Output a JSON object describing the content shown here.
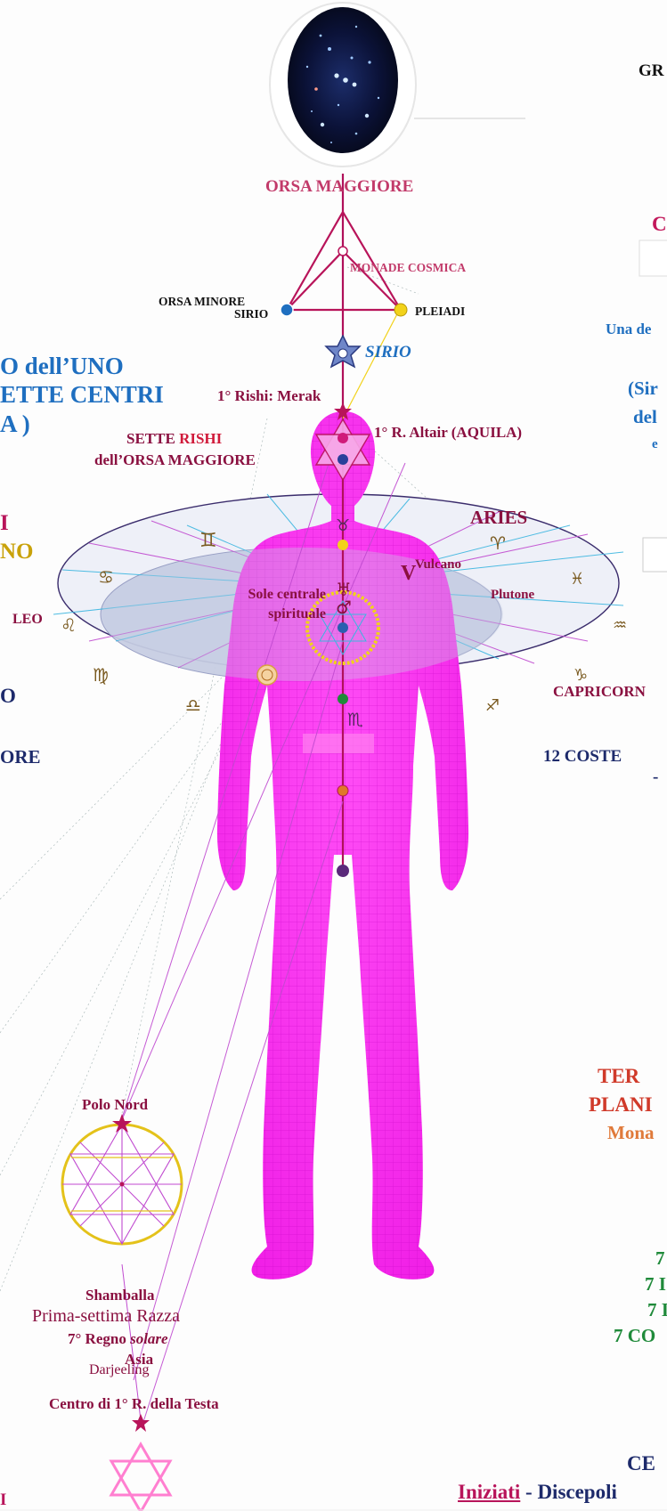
{
  "colors": {
    "body": "#ff2bf2",
    "crimson": "#b8145a",
    "navy": "#1d2a6b",
    "blue": "#1f6fc0",
    "gold": "#f2d21a",
    "orange": "#e0782a",
    "green": "#1f8a3a",
    "aqua_line": "#3cb6e0",
    "violet_line": "#c04ad0"
  },
  "top": {
    "constellation_image": "orion-starfield",
    "orsa_maggiore": "ORSA MAGGIORE",
    "monade_cosmica": "MONADE COSMICA",
    "orsa_minore": "ORSA MINORE",
    "sirio_small": "SIRIO",
    "pleiadi": "PLEIADI",
    "sirio_star": "SIRIO",
    "right_cut_gr": "GR"
  },
  "left_texts": {
    "uno": "O  dell’UNO",
    "sette_centri": "ETTE CENTRI",
    "a_paren": "A )",
    "i_letter": "I",
    "no": "NO",
    "o_letter": "O",
    "ore": "ORE",
    "i_bottom": "I"
  },
  "rishi": {
    "merak": "1° Rishi: Merak",
    "sette": "SETTE",
    "rishi_word": "RISHI",
    "orsa": "dell’ORSA MAGGIORE",
    "altair": "1° R. Altair (AQUILA)"
  },
  "right_texts": {
    "c": "C",
    "una_de": "Una de",
    "sir": "(Sir",
    "del": "del",
    "e": "e"
  },
  "zodiac": {
    "aries": "ARIES",
    "vulcano": "Vulcano",
    "plutone": "Plutone",
    "leo": "LEO",
    "capricorn": "CAPRICORN",
    "sole_1": "Sole centrale",
    "sole_2": "spirituale",
    "glyphs": [
      "♊",
      "♋",
      "♌",
      "♍",
      "♎",
      "♈",
      "♓",
      "♒",
      "♑",
      "♐",
      "♏",
      "♉"
    ],
    "venus_glyph": "V",
    "uranus_glyph": "♅",
    "mars_glyph": "♂"
  },
  "mid_right": {
    "coste": "12 COSTE",
    "dash": "- "
  },
  "lower_right": {
    "ter": "TER",
    "plan": "PLANI",
    "mona": "Mona",
    "seven_1": "7",
    "seven_2": "7 I",
    "seven_3": "7 I",
    "seven_4": "7 CO",
    "ce": "CE",
    "iniziati": "Iniziati",
    "discepoli": " - Discepoli"
  },
  "lower_left": {
    "polo_nord": "Polo Nord",
    "shamballa": "Shamballa",
    "prima": "Prima-settima Razza",
    "regno_pre": "7° Regno ",
    "regno_it": "solare",
    "asia": "Asia",
    "darjeeling": "Darjeeling",
    "centro": "Centro di 1° R.  della Testa"
  }
}
